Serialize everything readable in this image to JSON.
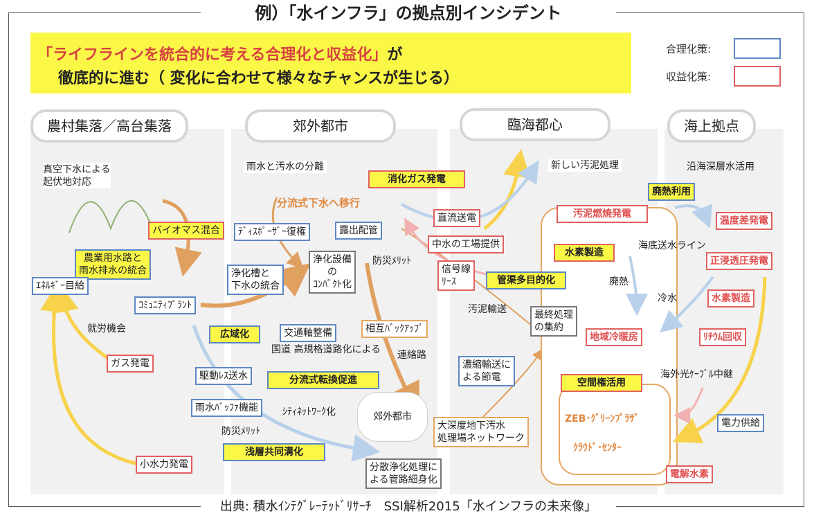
{
  "title": "例）「水インフラ」の拠点別インシデント",
  "source": "出典: 積水ｲﾝﾃｸﾞﾚｰﾃｯﾄﾞﾘｻｰﾁ　SSI解析2015「水インフラの未来像」",
  "banner": {
    "line1_red": "「ライフラインを統合的に考える合理化と収益化」",
    "line1_tail": "が",
    "line2": "徹底的に進む（ 変化に合わせて様々なチャンスが生じる）"
  },
  "legend": {
    "rational": "合理化策:",
    "profit": "収益化策:",
    "rational_color": "#5b87c4",
    "profit_color": "#e06060"
  },
  "zones": {
    "rural": "農村集落／高台集落",
    "suburb": "郊外都市",
    "coastal": "臨海都心",
    "offshore": "海上拠点"
  },
  "rural": {
    "vacuum": "真空下水による\n起伏地対応",
    "biomass": "バイオマス混合",
    "farm_water": "農業用水路と\n雨水排水の統合",
    "energy": "ｴﾈﾙｷﾞｰ目給",
    "community_plant": "ｺﾐｭﾆﾃｨﾌﾟﾗﾝﾄ",
    "employment": "就労機会",
    "gas_power": "ガス発電",
    "small_hydro": "小水力発電"
  },
  "suburb": {
    "separation": "雨水と汚水の分離",
    "separate_sewer": "分流式下水へ移行",
    "disposer": "ﾃﾞｨｽﾎﾟｰｻﾞｰ復権",
    "exposed_pipe": "露出配管",
    "purification": "浄化設備\nの\nｺﾝﾊﾟｸﾄ化",
    "septic": "浄化槽と\n下水の統合",
    "disaster1": "防災ﾒﾘｯﾄ",
    "mutual_backup": "相互ﾊﾞｯｸｱｯﾌﾟ",
    "wide_area": "広域化",
    "traffic": "交通軸整備",
    "highway": "国道 高規格道路化による",
    "connecting_road": "連絡路",
    "drive_less": "駆動ﾚｽ送水",
    "separate_conversion": "分流式転換促進",
    "rain_buffer": "雨水ﾊﾞｯﾌｧ機能",
    "city_network": "ｼﾃｨﾈｯﾄﾜｰｸ化",
    "disaster2": "防災ﾒﾘｯﾄ",
    "suburb_city": "郊外都市",
    "shallow_trench": "浅層共同溝化",
    "distributed": "分散浄化処理に\nよる管路細身化"
  },
  "coastal": {
    "digestion_gas": "消化ガス発電",
    "new_sludge": "新しい汚泥処理",
    "dc_power": "直流送電",
    "factory_supply": "中水の工場提供",
    "signal_lease": "信号線\nﾘｰｽ",
    "multi_purpose": "管渠多目的化",
    "sludge_transport": "汚泥輸送",
    "final_treatment": "最終処理\nの集約",
    "concentrate": "濃縮輸送に\nよる節電",
    "deep_network": "大深度地下汚水\n処理場ネットワーク",
    "sludge_power": "汚泥燃焼発電",
    "hydrogen1": "水素製造",
    "subsea_line": "海底送水ライン",
    "waste_heat": "廃熱",
    "cold_water": "冷水",
    "district_hvac": "地域冷暖房",
    "space_rights": "空間権活用",
    "zeb": "ZEB･ｸﾞﾘｰﾝﾌﾟﾗｻﾞ",
    "cloud": "ｸﾗｳﾄﾞ･ｾﾝﾀｰ"
  },
  "offshore": {
    "deep_sea": "沿海深層水活用",
    "waste_heat_use": "廃熱利用",
    "temp_diff": "温度差発電",
    "osmotic": "正浸透圧発電",
    "hydrogen2": "水素製造",
    "lithium": "ﾘﾁｳﾑ回収",
    "cable_relay": "海外光ｹｰﾌﾞﾙ中継",
    "power_supply": "電力供給",
    "electrolysis": "電解水素"
  }
}
